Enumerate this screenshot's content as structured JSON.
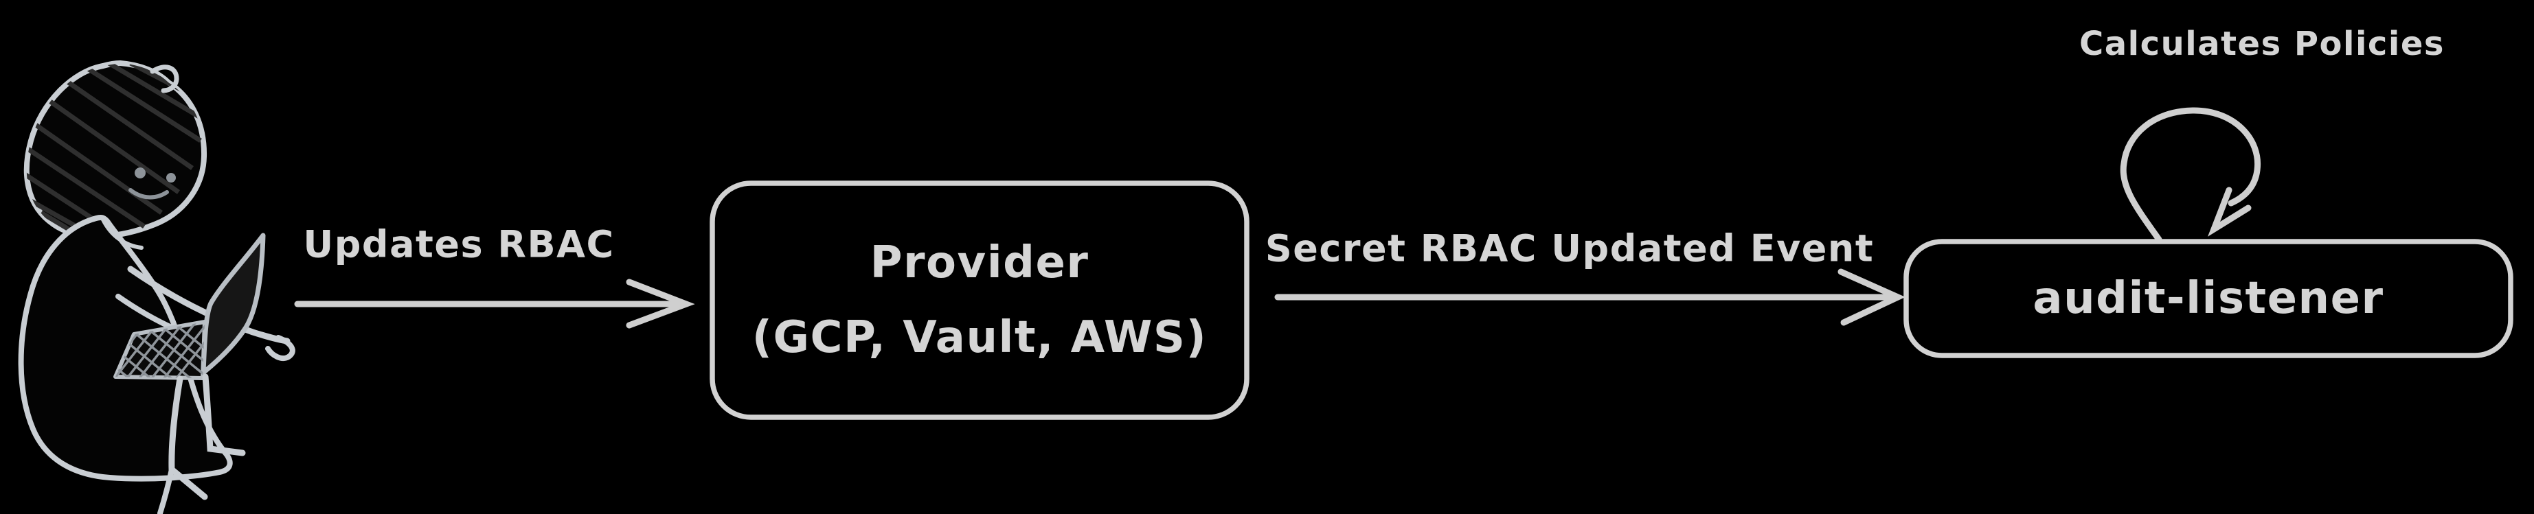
{
  "canvas": {
    "background": "#000000",
    "ink": "#d2d2d2",
    "person_ink": "#c9ced3",
    "hatch": "#2f2f2f"
  },
  "actor": {
    "description": "hand-drawn person sitting with laptop"
  },
  "edges": {
    "updates_rbac": {
      "label": "Updates RBAC"
    },
    "secret_rbac_updated_event": {
      "label": "Secret RBAC Updated Event"
    },
    "calculates_policies": {
      "label": "Calculates Policies"
    }
  },
  "nodes": {
    "provider": {
      "title": "Provider",
      "subtitle": "(GCP, Vault, AWS)"
    },
    "audit_listener": {
      "label": "audit-listener"
    }
  }
}
